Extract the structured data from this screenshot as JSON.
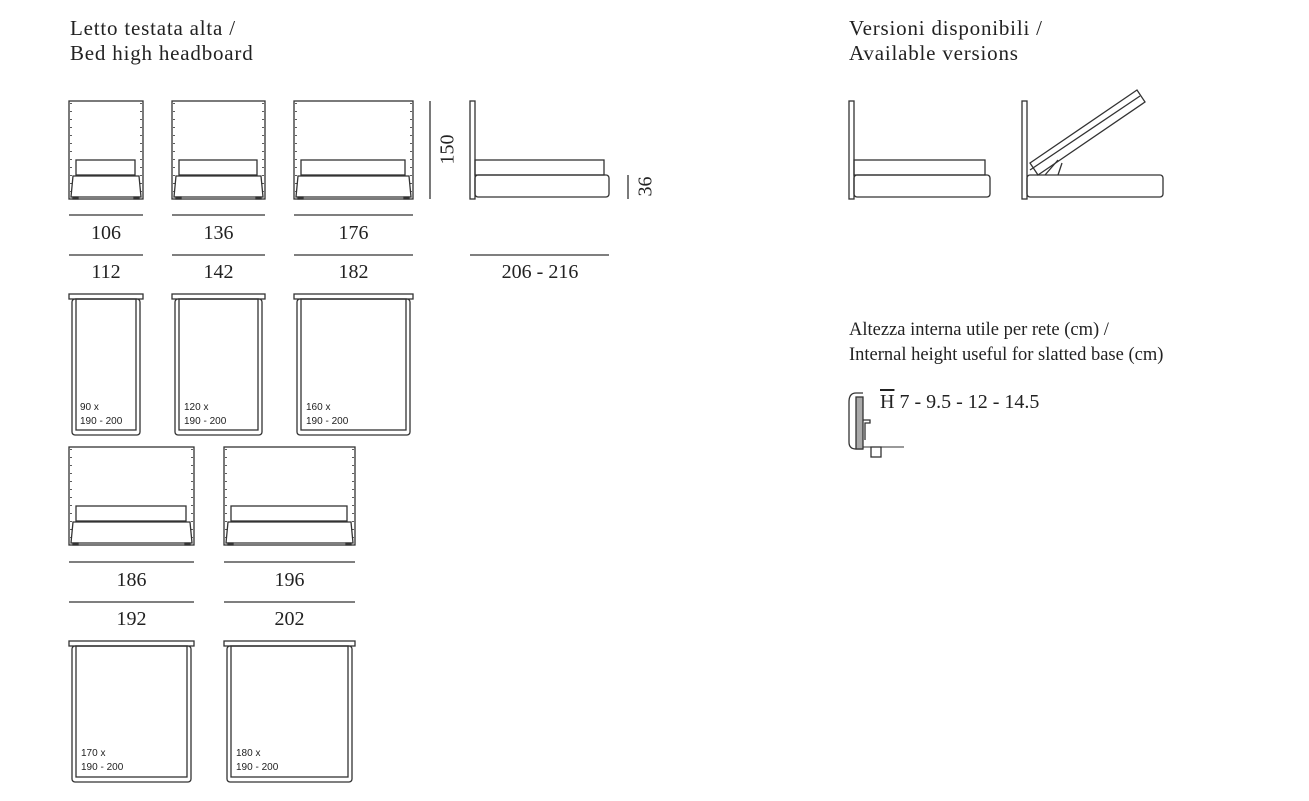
{
  "left_title": [
    "Letto testata alta /",
    "Bed high headboard"
  ],
  "right_title": [
    "Versioni disponibili /",
    "Available versions"
  ],
  "height_dim": "150",
  "base_height_dim": "36",
  "side_length": "206 - 216",
  "beds_row1": [
    {
      "inner": "106",
      "outer": "112",
      "mattress_w": "90 x",
      "mattress_l": "190 - 200"
    },
    {
      "inner": "136",
      "outer": "142",
      "mattress_w": "120 x",
      "mattress_l": "190 - 200"
    },
    {
      "inner": "176",
      "outer": "182",
      "mattress_w": "160 x",
      "mattress_l": "190 - 200"
    }
  ],
  "beds_row2": [
    {
      "inner": "186",
      "outer": "192",
      "mattress_w": "170 x",
      "mattress_l": "190 - 200"
    },
    {
      "inner": "196",
      "outer": "202",
      "mattress_w": "180 x",
      "mattress_l": "190 - 200"
    }
  ],
  "internal_height": {
    "title": [
      "Altezza interna utile per rete (cm) /",
      "Internal height useful for slatted base (cm)"
    ],
    "symbol": "H",
    "values": "7 - 9.5 - 12 - 14.5"
  }
}
